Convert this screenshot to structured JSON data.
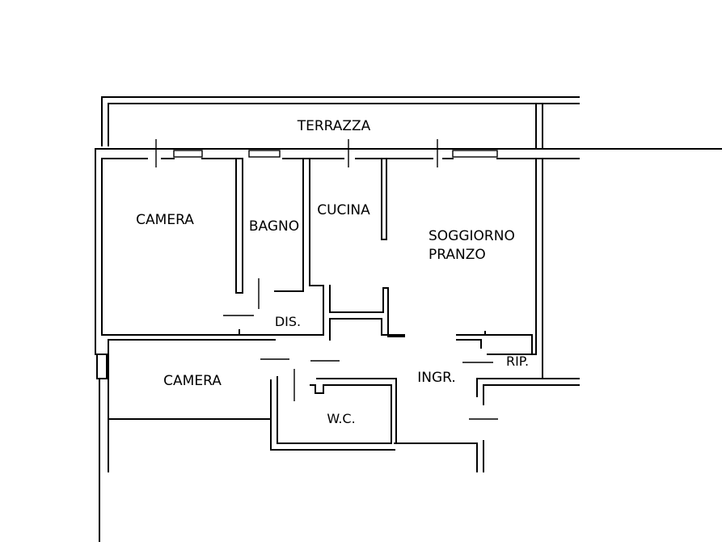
{
  "rooms": {
    "terrazza": "TERRAZZA",
    "camera_1": "CAMERA",
    "bagno": "BAGNO",
    "cucina": "CUCINA",
    "soggiorno": "SOGGIORNO",
    "pranzo": "PRANZO",
    "dis": "DIS.",
    "camera_2": "CAMERA",
    "ingr": "INGR.",
    "rip": "RIP.",
    "wc": "W.C."
  }
}
